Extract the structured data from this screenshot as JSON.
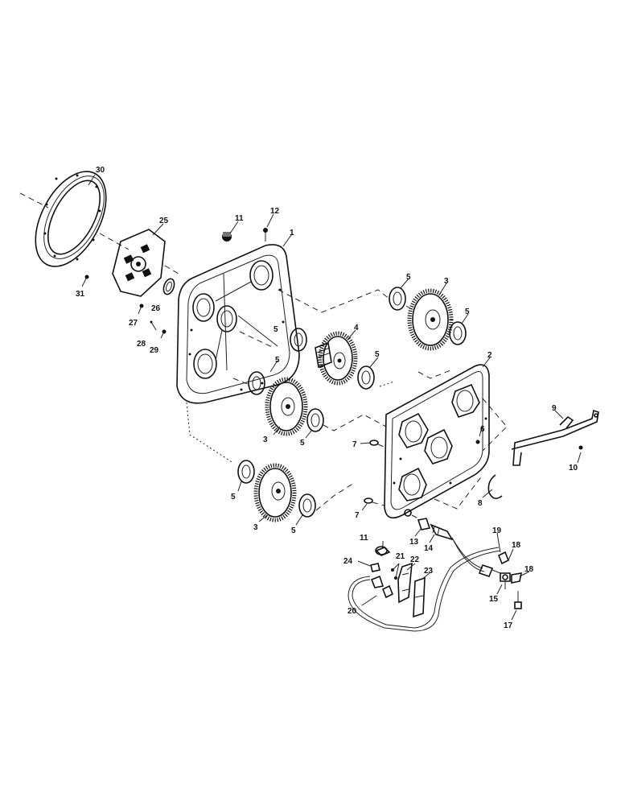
{
  "labels": {
    "l30": "30",
    "l25": "25",
    "l31": "31",
    "l26": "26",
    "l27": "27",
    "l28": "28",
    "l29": "29",
    "l11a": "11",
    "l12": "12",
    "l1": "1",
    "l5a": "5",
    "l3a": "3",
    "l5b": "5",
    "l4": "4",
    "l5c": "5",
    "l5d": "5",
    "l2": "2",
    "l9": "9",
    "l5e": "5",
    "l3b": "3",
    "l5f": "5",
    "l6": "6",
    "l7a": "7",
    "l10": "10",
    "l8": "8",
    "l5g": "5",
    "l3c": "3",
    "l5h": "5",
    "l7b": "7",
    "l13": "13",
    "l14": "14",
    "l19": "19",
    "l18a": "18",
    "l18b": "18",
    "l15": "15",
    "l17": "17",
    "l11b": "11",
    "l24": "24",
    "l21": "21",
    "l22": "22",
    "l23": "23",
    "l20": "20"
  }
}
